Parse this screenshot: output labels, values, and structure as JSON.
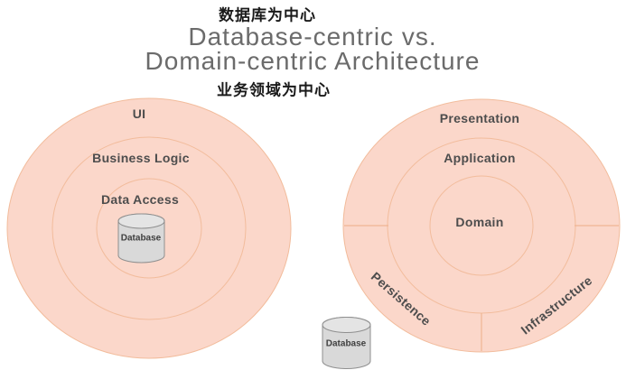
{
  "header": {
    "zh_top": "数据库为中心",
    "title_line1": "Database-centric vs.",
    "title_line2": "Domain-centric Architecture",
    "zh_bottom": "业务领域为中心"
  },
  "left_diagram": {
    "outer_ring_label": "UI",
    "middle_ring_label": "Business Logic",
    "inner_ring_label": "Data Access",
    "database_label": "Database"
  },
  "right_diagram": {
    "outer_top_label": "Presentation",
    "middle_ring_label": "Application",
    "inner_ring_label": "Domain",
    "outer_bottom_left_label": "Persistence",
    "outer_bottom_right_label": "Infrastructure",
    "database_label": "Database"
  },
  "colors": {
    "circle_fill": "#FBD7CA",
    "ring_stroke": "#F2BC9C",
    "ring_label_text": "#4D4D4D",
    "title_text": "#6B6B6B",
    "chinese_text": "#1A1A1A",
    "cylinder_fill": "#D9D9D9",
    "cylinder_top_fill": "#E4E4E4",
    "cylinder_stroke": "#8F8F8F"
  }
}
